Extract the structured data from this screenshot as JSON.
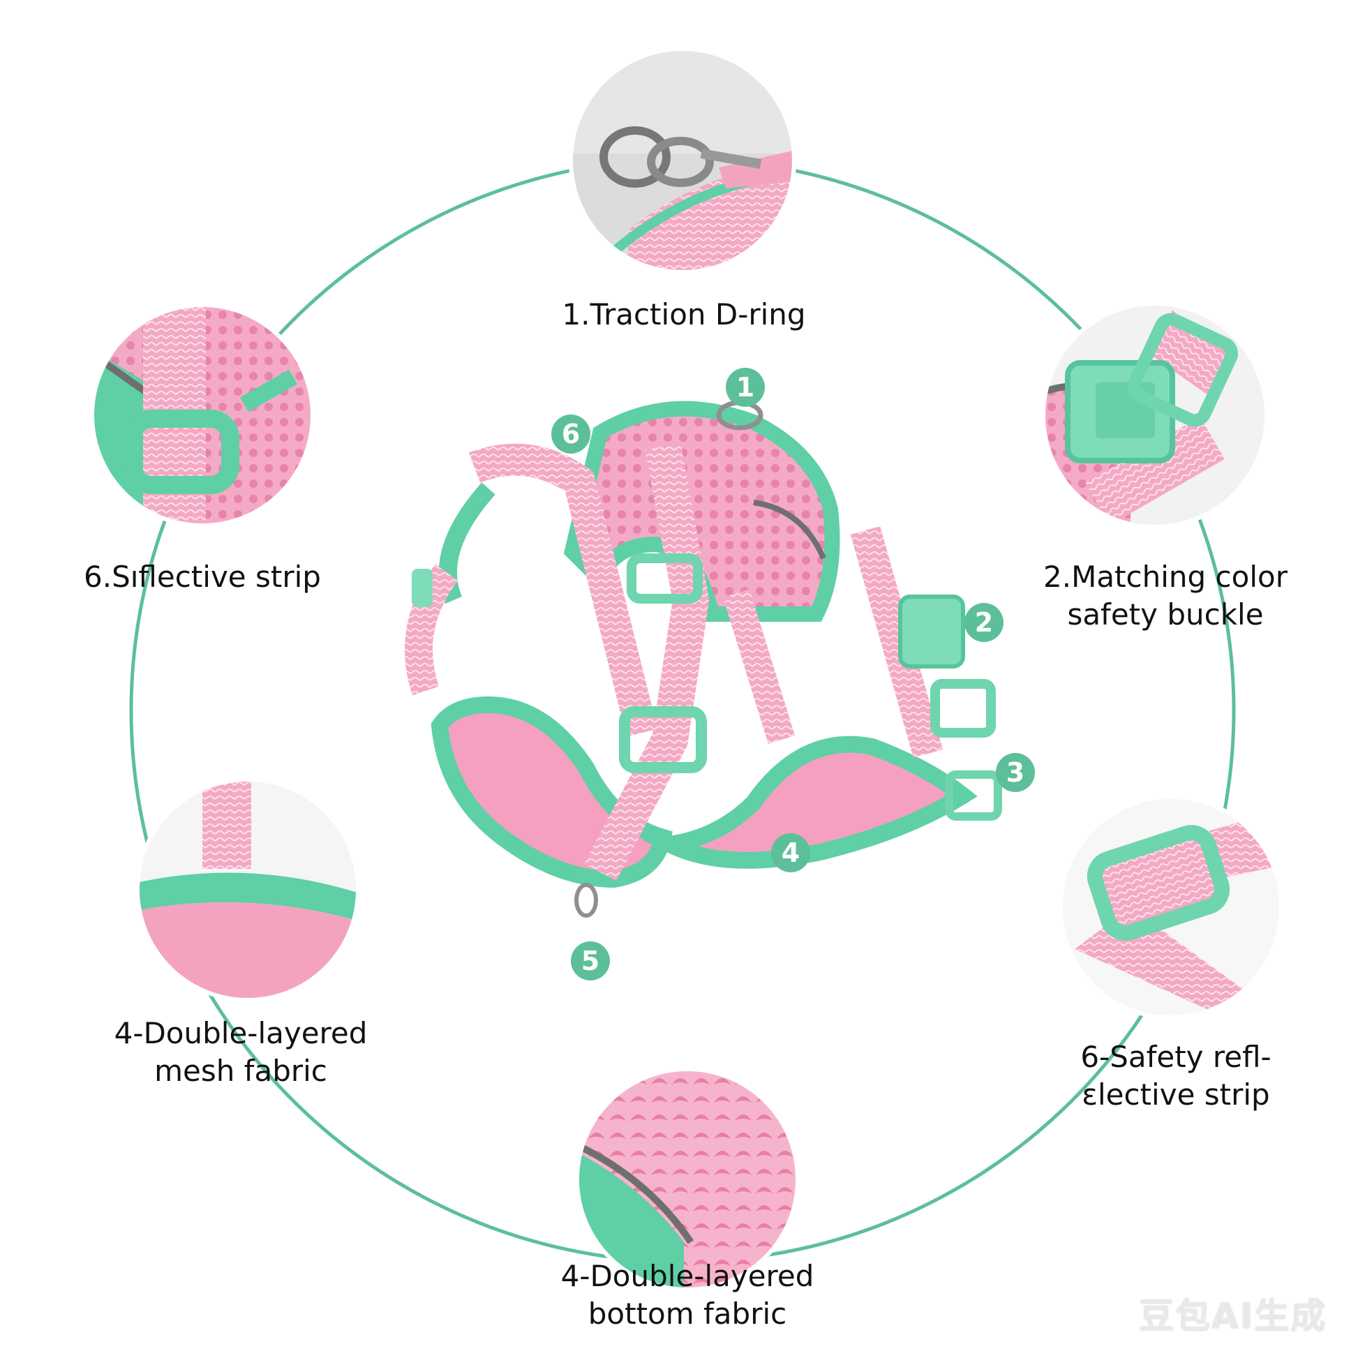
{
  "colors": {
    "mint": "#5fcfa6",
    "ring": "#5cbf99",
    "pink": "#f3a3c0",
    "pink_dark": "#e88bb0",
    "grey": "#6f6f6f"
  },
  "labels": {
    "d_ring": "1.Traction D-ring",
    "reflective_left": "6.Sıflective strip",
    "buckle_line1": "2.Matching color",
    "buckle_line2": "safety buckle",
    "mesh_line1": "4-Double-layered",
    "mesh_line2": "mesh fabric",
    "reflective_right_line1": "6-Safety refl-",
    "reflective_right_line2": "ɛlective strip",
    "bottom_line1": "4-Double-layered",
    "bottom_line2": "bottom fabric"
  },
  "markers": [
    "1",
    "6",
    "2",
    "3",
    "4",
    "5"
  ],
  "watermark": "豆包AI生成"
}
